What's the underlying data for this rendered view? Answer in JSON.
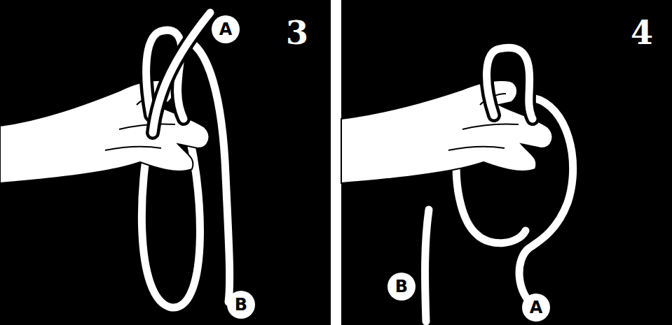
{
  "diagram": {
    "labels": [
      "A",
      "3",
      "B",
      "4",
      "B",
      "A"
    ]
  }
}
